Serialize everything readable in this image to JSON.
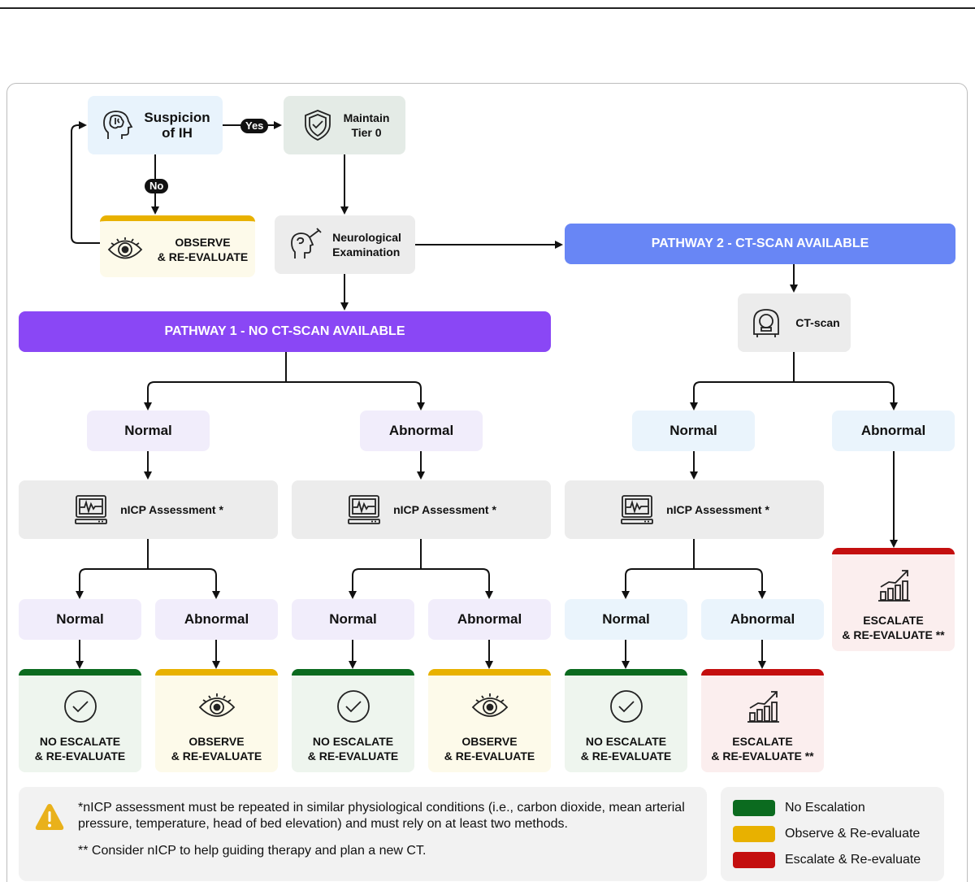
{
  "colors": {
    "pathway1": "#8a47f5",
    "pathway2": "#6886f5",
    "no_escalation": "#0b6b1f",
    "observe": "#e8b100",
    "escalate": "#c40f0f"
  },
  "top": {
    "suspicion": "Suspicion\nof IH",
    "yes": "Yes",
    "no": "No",
    "maintain": "Maintain\nTier 0",
    "observe": "OBSERVE\n& RE-EVALUATE",
    "neuro": "Neurological\nExamination",
    "ctscan": "CT-scan"
  },
  "pathway1": {
    "label": "PATHWAY 1 - NO CT-SCAN AVAILABLE",
    "branch_normal": "Normal",
    "branch_abnormal": "Abnormal",
    "nicp": "nICP Assessment *",
    "sub_normal": "Normal",
    "sub_abnormal": "Abnormal"
  },
  "pathway2": {
    "label": "PATHWAY 2 - CT-SCAN AVAILABLE",
    "branch_normal": "Normal",
    "branch_abnormal": "Abnormal",
    "nicp": "nICP Assessment *",
    "sub_normal": "Normal",
    "sub_abnormal": "Abnormal"
  },
  "results": {
    "no_escalate": "NO ESCALATE\n& RE-EVALUATE",
    "observe": "OBSERVE\n& RE-EVALUATE",
    "escalate": "ESCALATE\n& RE-EVALUATE **"
  },
  "notes": {
    "note1": "*nICP assessment must be repeated in similar physiological conditions (i.e., carbon dioxide, mean arterial pressure, temperature, head of bed elevation) and must rely on at least two methods.",
    "note2": "** Consider nICP to help guiding therapy and plan a new CT."
  },
  "legend": [
    {
      "label": "No Escalation",
      "color": "#0b6b1f"
    },
    {
      "label": "Observe & Re-evaluate",
      "color": "#e8b100"
    },
    {
      "label": "Escalate & Re-evaluate",
      "color": "#c40f0f"
    }
  ],
  "icons": {
    "suspicion": "brain-head-icon",
    "maintain": "shield-check-icon",
    "observe": "eye-icon",
    "neuro": "reflex-hammer-head-icon",
    "ctscan": "ct-scanner-icon",
    "nicp": "monitor-waveform-icon",
    "no_escalate": "check-circle-icon",
    "escalate": "bar-chart-up-icon",
    "warning": "warning-triangle-icon"
  }
}
